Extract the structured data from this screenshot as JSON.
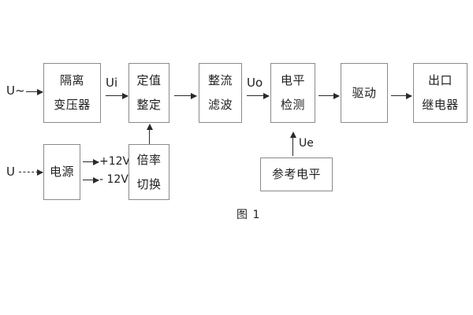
{
  "figure": {
    "caption": "图 1",
    "background_color": "#ffffff",
    "box_border_color": "#8a8a8a",
    "line_color": "#2a2a2a",
    "text_color": "#1f1f1f"
  },
  "blocks": [
    {
      "id": "isolation-transformer",
      "lines": [
        "隔离",
        "变压器"
      ]
    },
    {
      "id": "setting-value",
      "lines": [
        "定值",
        "整定"
      ]
    },
    {
      "id": "rectify-filter",
      "lines": [
        "整流",
        "滤波"
      ]
    },
    {
      "id": "level-detection",
      "lines": [
        "电平",
        "检测"
      ]
    },
    {
      "id": "drive",
      "lines": [
        "驱动"
      ]
    },
    {
      "id": "output-relay",
      "lines": [
        "出口",
        "继电器"
      ]
    },
    {
      "id": "power-supply",
      "lines": [
        "电源"
      ]
    },
    {
      "id": "multiplier-switch",
      "lines": [
        "倍率",
        "切换"
      ]
    },
    {
      "id": "reference-level",
      "lines": [
        "参考电平"
      ]
    }
  ],
  "signals": {
    "input_ac": "U~",
    "input_dc": "U",
    "ui": "Ui",
    "uo": "Uo",
    "ue": "Ue",
    "rail_positive": "+12V",
    "rail_negative": "- 12V"
  }
}
